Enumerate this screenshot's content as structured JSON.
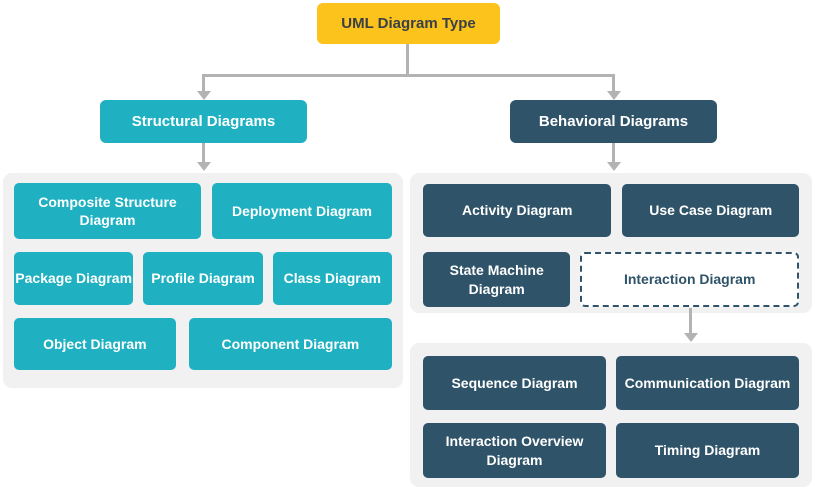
{
  "root": {
    "label": "UML Diagram Type"
  },
  "structural": {
    "label": "Structural Diagrams",
    "children": [
      "Composite Structure Diagram",
      "Deployment Diagram",
      "Package Diagram",
      "Profile Diagram",
      "Class Diagram",
      "Object Diagram",
      "Component Diagram"
    ]
  },
  "behavioral": {
    "label": "Behavioral Diagrams",
    "children": [
      "Activity Diagram",
      "Use Case Diagram",
      "State Machine Diagram",
      "Interaction Diagram"
    ]
  },
  "interaction": {
    "children": [
      "Sequence Diagram",
      "Communication Diagram",
      "Interaction Overview Diagram",
      "Timing Diagram"
    ]
  },
  "colors": {
    "root_fill": "#FBC31C",
    "root_text": "#3A4046",
    "teal": "#1FB1C1",
    "navy": "#2F5368",
    "node_text": "#FFFFFF",
    "container_fill": "#F1F1F1",
    "connector": "#B3B3B3",
    "canvas": "#FFFFFF"
  }
}
